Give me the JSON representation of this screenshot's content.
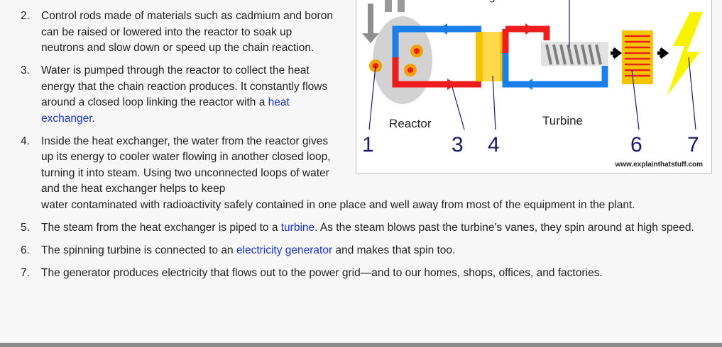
{
  "figure": {
    "label_exchanger": "exchanger",
    "label_reactor": "Reactor",
    "label_turbine": "Turbine",
    "numbers": [
      "1",
      "3",
      "4",
      "6",
      "7"
    ],
    "credit": "www.explainthatstuff.com",
    "colors": {
      "hot_loop": "#ee1c1c",
      "cold_loop": "#1a7fe8",
      "heat_exchanger": "#f5c400",
      "electricity": "#f7f200",
      "callout": "#1a1a6e"
    }
  },
  "steps": [
    {
      "num": "2.",
      "text": "Control rods made of materials such as cadmium and boron can be raised or lowered into the reactor to soak up neutrons and slow down or speed up the chain reaction."
    },
    {
      "num": "3.",
      "text_before": "Water is pumped through the reactor to collect the heat energy that the chain reaction produces. It constantly flows around a closed loop linking the reactor with a ",
      "link": "heat exchanger",
      "text_after": "."
    },
    {
      "num": "4.",
      "text_wrap": "Inside the heat exchanger, the water from the reactor gives up its energy to cooler water flowing in another closed loop, turning it into steam. Using two unconnected loops of water and the heat exchanger helps to keep",
      "text_full": "water contaminated with radioactivity safely contained in one place and well away from most of the equipment in the plant."
    },
    {
      "num": "5.",
      "text_before": "The steam from the heat exchanger is piped to a ",
      "link": "turbine",
      "text_after": ". As the steam blows past the turbine's vanes, they spin around at high speed."
    },
    {
      "num": "6.",
      "text_before": "The spinning turbine is connected to an ",
      "link": "electricity generator",
      "text_after": " and makes that spin too."
    },
    {
      "num": "7.",
      "text": "The generator produces electricity that flows out to the power grid—and to our homes, shops, offices, and factories."
    }
  ]
}
